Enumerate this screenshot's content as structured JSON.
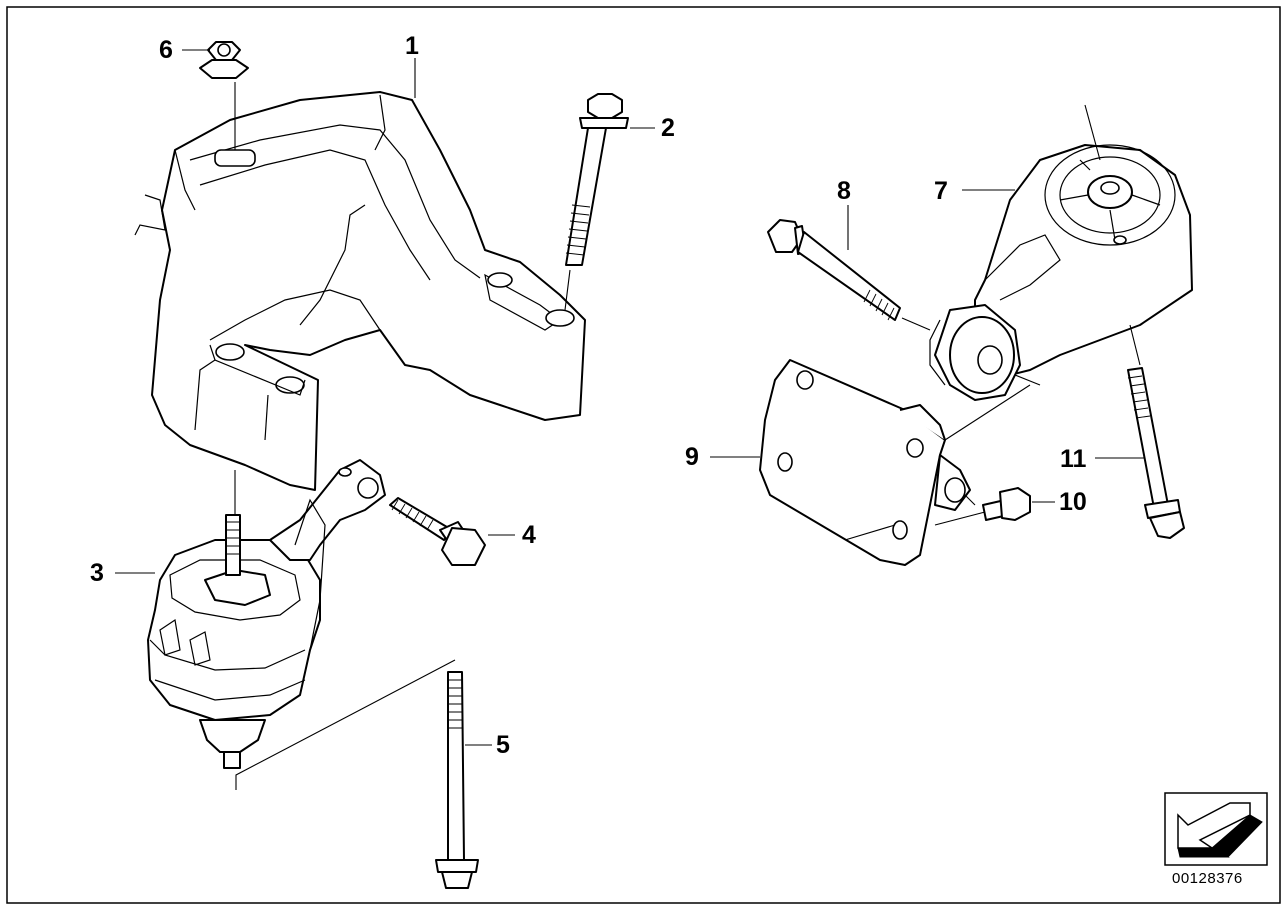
{
  "diagram": {
    "callouts": {
      "c1": "1",
      "c2": "2",
      "c3": "3",
      "c4": "4",
      "c5": "5",
      "c6": "6",
      "c7": "7",
      "c8": "8",
      "c9": "9",
      "c10": "10",
      "c11": "11"
    },
    "reference_number": "00128376",
    "nav_icon": "arrow-icon"
  }
}
